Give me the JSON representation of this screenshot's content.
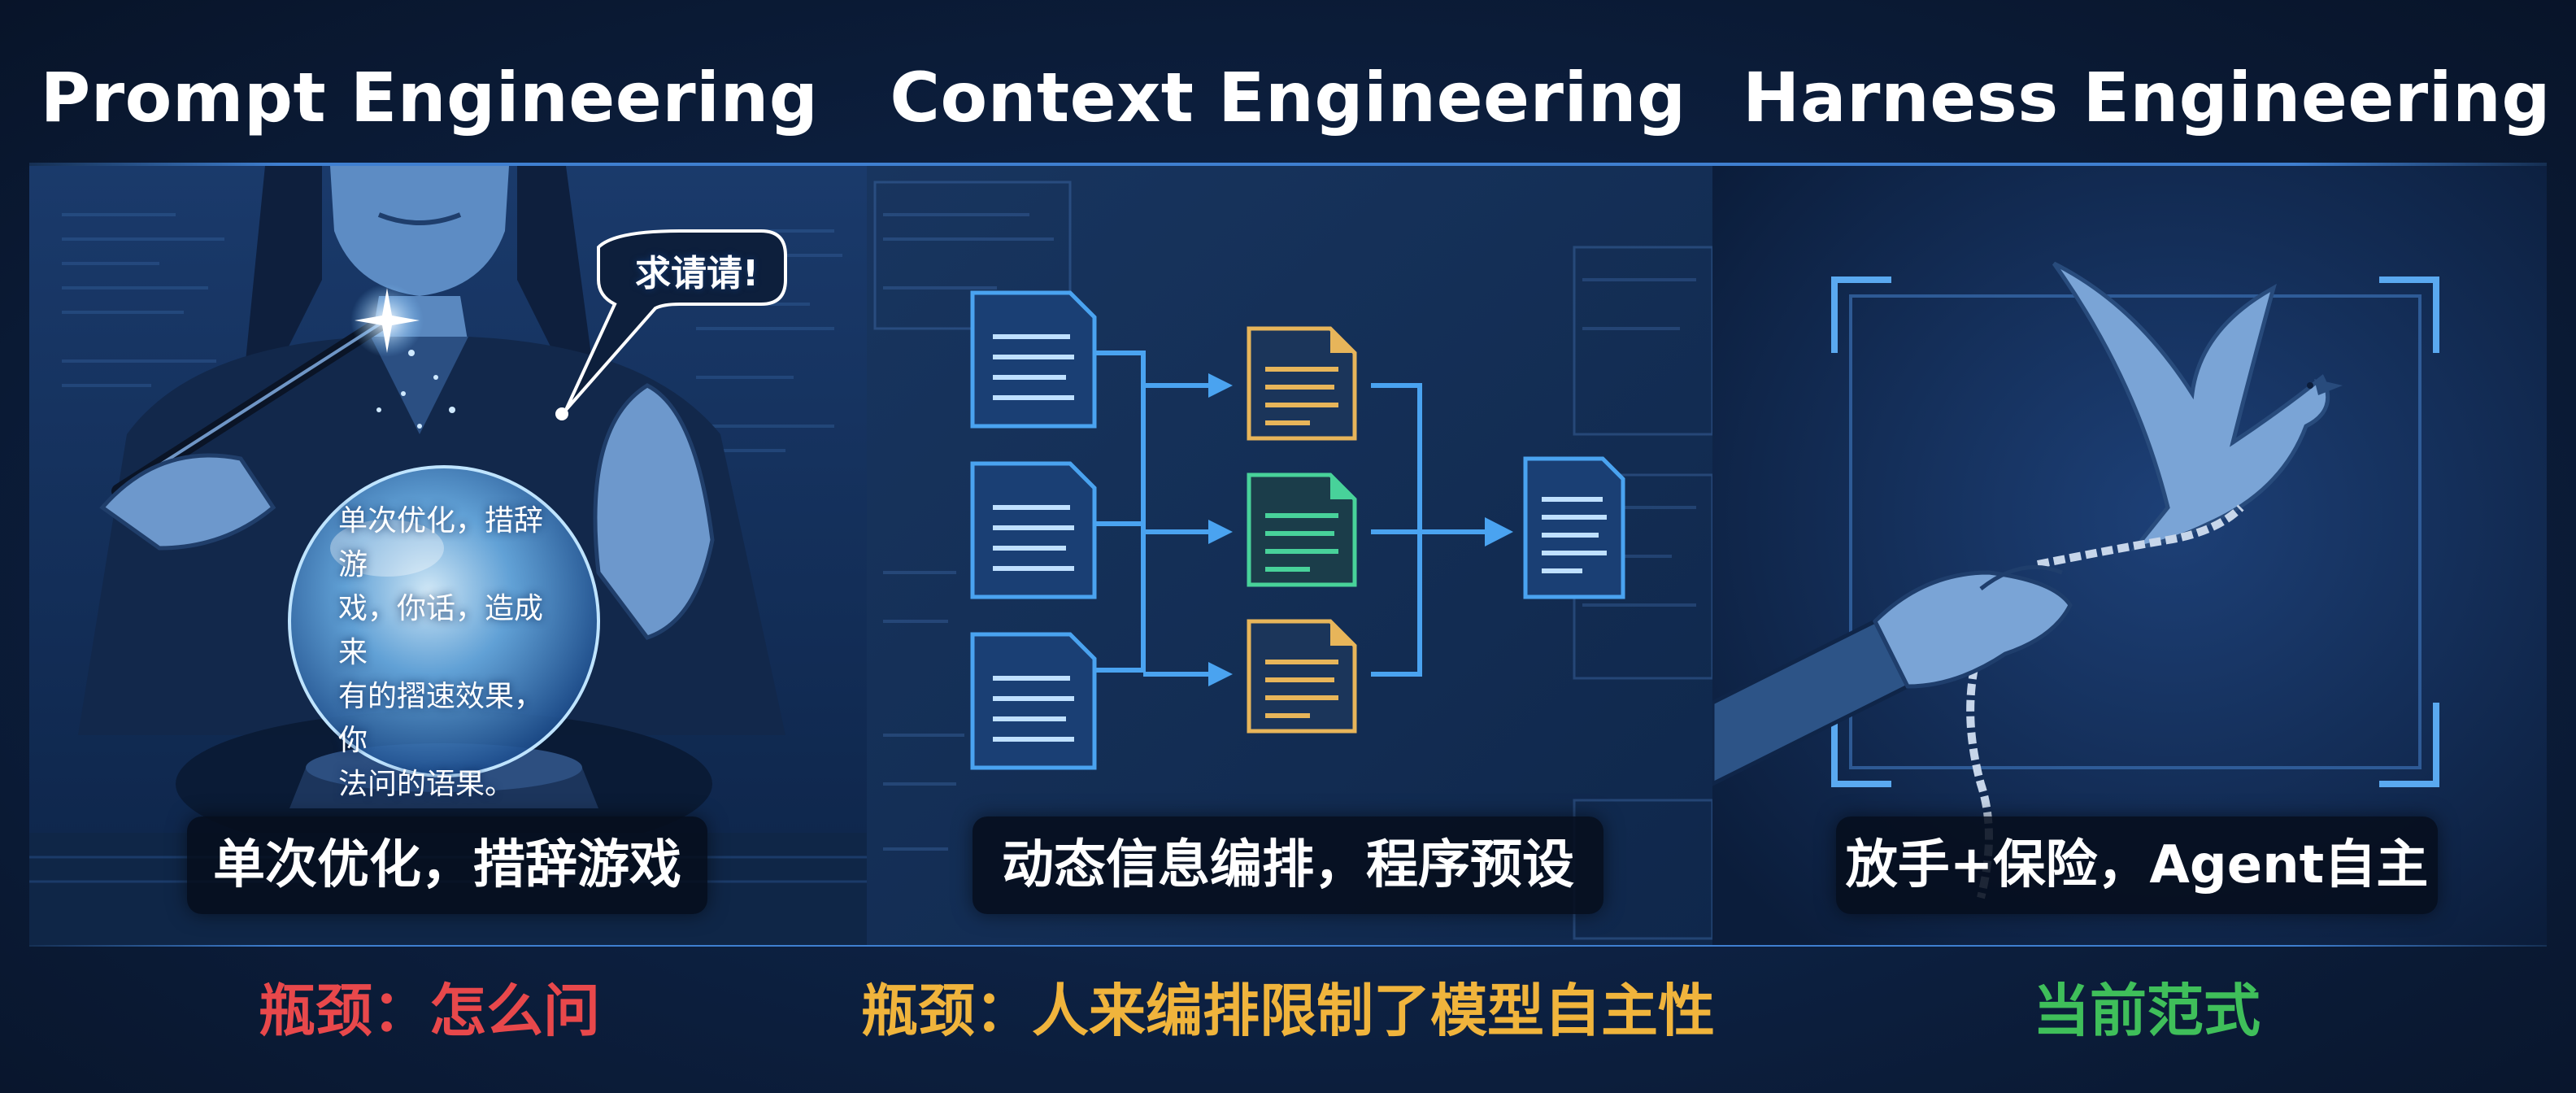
{
  "columns": [
    {
      "title": "Prompt Engineering",
      "caption": "单次优化，措辞游戏",
      "bottleneck": "瓶颈：怎么问",
      "bottleneck_color": "#e8484b",
      "speech_bubble": "求请请!",
      "orb_text": [
        "单次优化，措辞游",
        "戏，你话，造成来",
        "有的摺速效果，你",
        "法问的语果。"
      ],
      "illustration": "woman-crystal-ball-wand"
    },
    {
      "title": "Context Engineering",
      "caption": "动态信息编排，程序预设",
      "bottleneck": "瓶颈：人来编排限制了模型自主性",
      "bottleneck_color": "#f0b43c",
      "illustration": "document-flow-diagram"
    },
    {
      "title": "Harness Engineering",
      "caption": "放手+保险，Agent自主",
      "bottleneck": "当前范式",
      "bottleneck_color": "#3fbf5a",
      "illustration": "hand-releasing-dove-rope"
    }
  ],
  "colors": {
    "background": "#0b1a33",
    "accent_blue": "#4aa3f0",
    "doc_orange": "#e7b55a",
    "doc_green": "#48d29a"
  }
}
